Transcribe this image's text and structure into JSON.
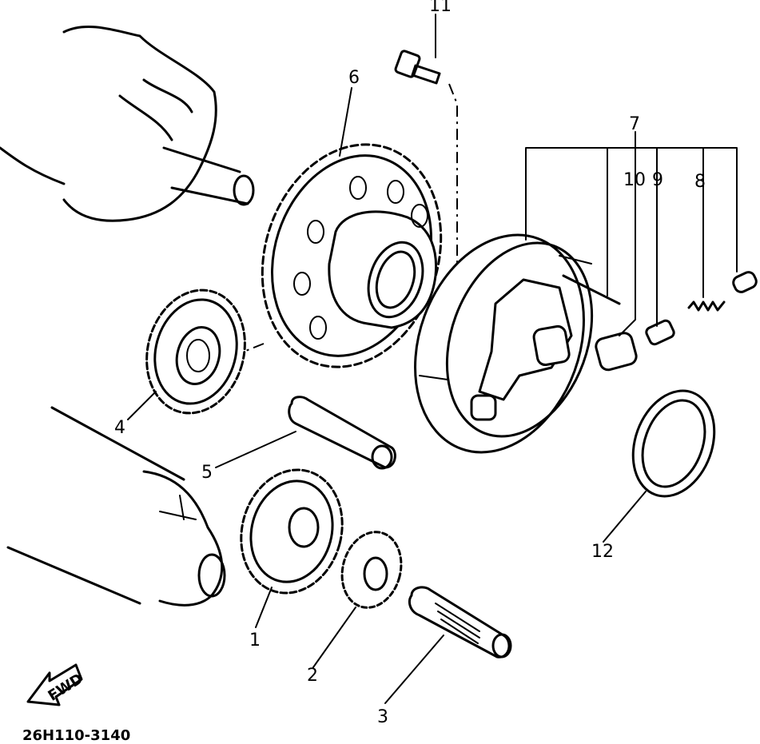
{
  "labels": {
    "p1": "1",
    "p2": "2",
    "p3": "3",
    "p4": "4",
    "p5": "5",
    "p6": "6",
    "p7": "7",
    "p8": "8",
    "p9": "9",
    "p10": "10",
    "p11": "11",
    "p12": "12"
  },
  "fwd_text": "FWD",
  "diagram_code": "26H110-3140"
}
